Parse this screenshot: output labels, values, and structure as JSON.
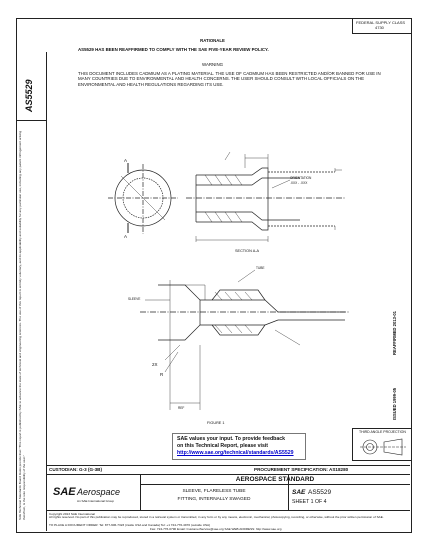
{
  "header": {
    "fsc_line1": "FEDERAL SUPPLY CLASS",
    "fsc_line2": "4730",
    "rationale_title": "RATIONALE",
    "rationale_text": "AS5529 HAS BEEN REAFFIRMED TO COMPLY WITH THE SAE FIVE-YEAR REVIEW POLICY.",
    "warning_title": "WARNING",
    "warning_text": "THIS DOCUMENT INCLUDES CADMIUM AS A PLATING MATERIAL. THE USE OF CADMIUM HAS BEEN RESTRICTED AND/OR BANNED FOR USE IN MANY COUNTRIES DUE TO ENVIRONMENTAL AND HEALTH CONCERNS. THE USER SHOULD CONSULT WITH LOCAL OFFICIALS ON THE ENVIRONMENTAL AND HEALTH REGULATIONS REGARDING ITS USE."
  },
  "logo_side": "AS5529",
  "side_legal": "SAE Technical Standards Board Rules provide that: \"This report is published by SAE to advance the state of technical and engineering sciences. The use of this report is entirely voluntary, and its applicability and suitability for any particular use, including any patent infringement arising therefrom, is the sole responsibility of the user.\"",
  "side_right": {
    "reaffirmed": "REAFFIRMED 2013-01",
    "issued": "ISSUED 1999-05"
  },
  "drawing": {
    "section_label": "SECTION A-A",
    "figure_label": "FIGURE 1",
    "callout_a1": "A",
    "callout_a2": "A",
    "diam_note1": "ORIENTATION",
    "diam_note2": ".XXX - .XXX",
    "label_2x": "2X",
    "label_r": "R",
    "tube_label": "TUBE",
    "ferrule_label": "SLEEVE",
    "dim_bottom": "REF"
  },
  "feedback": {
    "line1": "SAE values your input. To provide feedback",
    "line2": "on this Technical Report, please visit",
    "link": "http://www.sae.org/technical/standards/AS5529"
  },
  "projection": {
    "label": "THIRD ANGLE PROJECTION"
  },
  "footer": {
    "custodian": "CUSTODIAN: G-3 (G-3B)",
    "procurement": "PROCUREMENT SPECIFICATION: AS18280",
    "brand": "SAE",
    "brand_suffix": "Aerospace",
    "brand_tag": "An SAE International Group",
    "standard_title": "AEROSPACE STANDARD",
    "part_line1": "SLEEVE, FLARELESS TUBE",
    "part_line2": "FITTING, INTERNALLY SWAGED",
    "doc_prefix": "SAE",
    "doc_number": "AS5529",
    "sheet": "SHEET 1 OF 4",
    "copyright": "Copyright 2013 SAE International",
    "rights": "All rights reserved. No part of this publication may be reproduced, stored in a retrieval system or transmitted, in any form or by any means, electronic, mechanical, photocopying, recording, or otherwise, without the prior written permission of SAE.",
    "order_line": "TO PLACE A DOCUMENT ORDER:   Tel: 877-606-7323 (inside USA and Canada)     Tel: +1 724-776-4970 (outside USA)",
    "fax_line": "Fax: 724-776-0790     Email: CustomerService@sae.org     SAE WEB ADDRESS: http://www.sae.org"
  }
}
